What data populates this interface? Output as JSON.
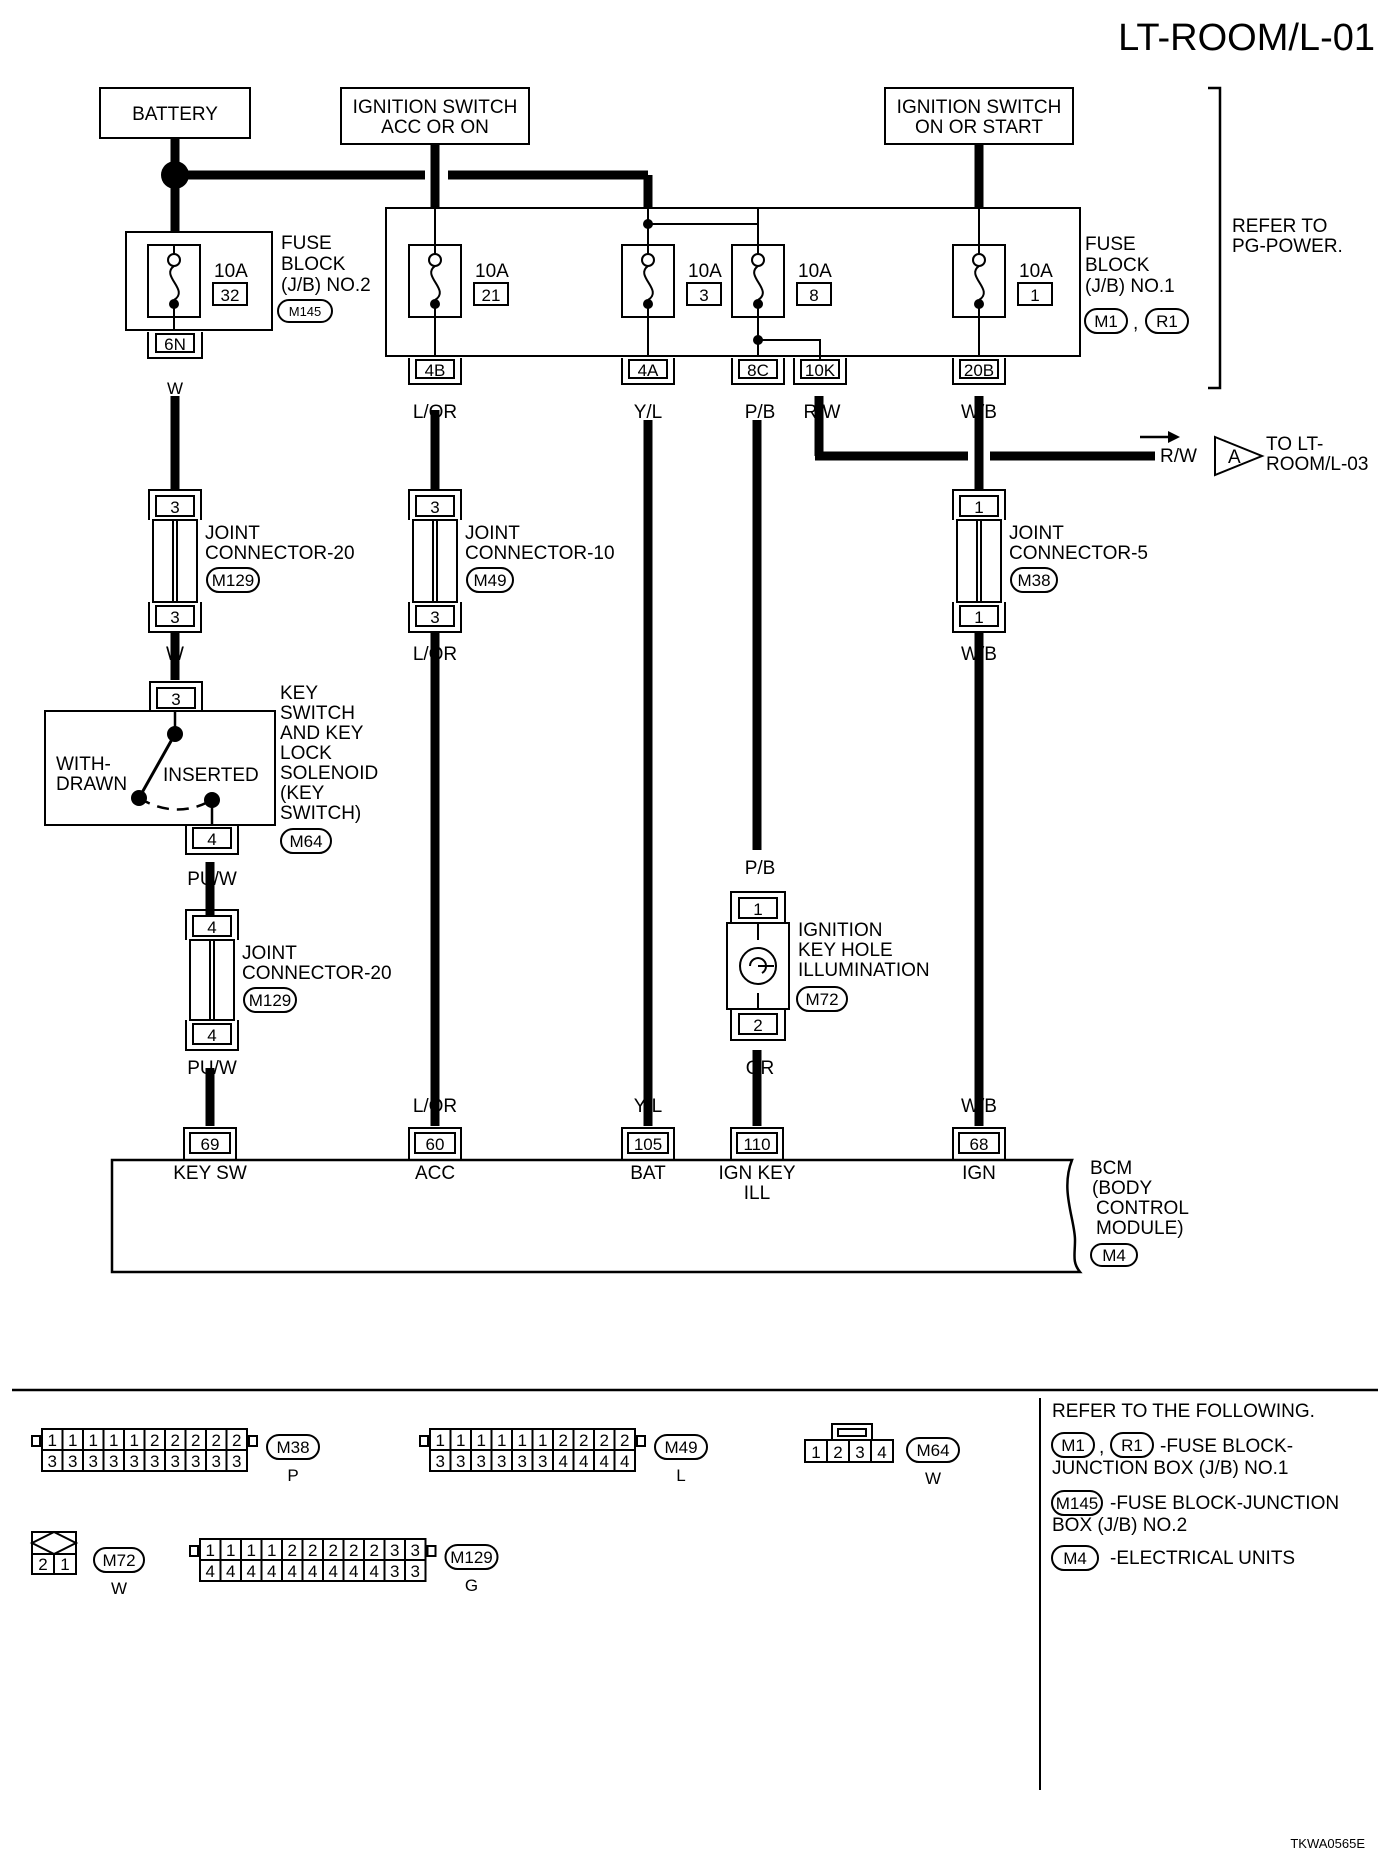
{
  "page_title": "LT-ROOM/L-01",
  "drawing_code": "TKWA0565E",
  "sources": {
    "battery": "BATTERY",
    "ign_acc_on": [
      "IGNITION SWITCH",
      "ACC OR ON"
    ],
    "ign_on_start": [
      "IGNITION SWITCH",
      "ON OR START"
    ]
  },
  "refer_to_power": [
    "REFER TO",
    "PG-POWER."
  ],
  "fuse_block_2": {
    "label": [
      "FUSE",
      "BLOCK",
      "(J/B) NO.2"
    ],
    "connector": "M145",
    "fuse": {
      "rating": "10A",
      "number": "32"
    },
    "terminal": "6N"
  },
  "fuse_block_1": {
    "label": [
      "FUSE",
      "BLOCK",
      "(J/B) NO.1"
    ],
    "connectors": [
      "M1",
      "R1"
    ],
    "separator": ",",
    "fuses": [
      {
        "rating": "10A",
        "number": "21"
      },
      {
        "rating": "10A",
        "number": "3"
      },
      {
        "rating": "10A",
        "number": "8"
      },
      {
        "rating": "10A",
        "number": "1"
      }
    ],
    "terminals": [
      "4B",
      "4A",
      "8C",
      "10K",
      "20B"
    ]
  },
  "wire_colors": {
    "w": "W",
    "l_or": "L/OR",
    "y_l": "Y/L",
    "p_b": "P/B",
    "r_w": "R/W",
    "w_b": "W/B",
    "pu_w": "PU/W",
    "or": "OR"
  },
  "offpage": {
    "arrow_label": "R/W",
    "marker": "A",
    "text": [
      "TO LT-",
      "ROOM/L-03"
    ]
  },
  "joint_connectors": {
    "jc20_top": {
      "label": [
        "JOINT",
        "CONNECTOR-20"
      ],
      "connector": "M129",
      "top": "3",
      "bottom": "3"
    },
    "jc10": {
      "label": [
        "JOINT",
        "CONNECTOR-10"
      ],
      "connector": "M49",
      "top": "3",
      "bottom": "3"
    },
    "jc5": {
      "label": [
        "JOINT",
        "CONNECTOR-5"
      ],
      "connector": "M38",
      "top": "1",
      "bottom": "1"
    },
    "jc20_bottom": {
      "label": [
        "JOINT",
        "CONNECTOR-20"
      ],
      "connector": "M129",
      "top": "4",
      "bottom": "4"
    }
  },
  "key_switch": {
    "label": [
      "KEY",
      "SWITCH",
      "AND KEY",
      "LOCK",
      "SOLENOID",
      "(KEY",
      "SWITCH)"
    ],
    "connector": "M64",
    "withdrawn": [
      "WITH-",
      "DRAWN"
    ],
    "inserted": "INSERTED",
    "top_pin": "3",
    "bottom_pin": "4"
  },
  "key_hole_illum": {
    "label": [
      "IGNITION",
      "KEY HOLE",
      "ILLUMINATION"
    ],
    "connector": "M72",
    "top_pin": "1",
    "bottom_pin": "2"
  },
  "bcm": {
    "label": [
      "BCM",
      "(BODY",
      "CONTROL",
      "MODULE)"
    ],
    "connector": "M4",
    "terminals": [
      {
        "pin": "69",
        "name": "KEY SW"
      },
      {
        "pin": "60",
        "name": "ACC"
      },
      {
        "pin": "105",
        "name": "BAT"
      },
      {
        "pin": "110",
        "name": "IGN KEY",
        "name2": "ILL"
      },
      {
        "pin": "68",
        "name": "IGN"
      }
    ]
  },
  "connector_views": {
    "m38": {
      "id": "M38",
      "color": "P",
      "top": [
        "1",
        "1",
        "1",
        "1",
        "1",
        "2",
        "2",
        "2",
        "2",
        "2"
      ],
      "bottom": [
        "3",
        "3",
        "3",
        "3",
        "3",
        "3",
        "3",
        "3",
        "3",
        "3"
      ]
    },
    "m49": {
      "id": "M49",
      "color": "L",
      "top": [
        "1",
        "1",
        "1",
        "1",
        "1",
        "1",
        "2",
        "2",
        "2",
        "2"
      ],
      "bottom": [
        "3",
        "3",
        "3",
        "3",
        "3",
        "3",
        "4",
        "4",
        "4",
        "4"
      ]
    },
    "m64": {
      "id": "M64",
      "color": "W",
      "pins": [
        "1",
        "2",
        "3",
        "4"
      ]
    },
    "m72": {
      "id": "M72",
      "color": "W",
      "pins": [
        "2",
        "1"
      ]
    },
    "m129": {
      "id": "M129",
      "color": "G",
      "top": [
        "1",
        "1",
        "1",
        "1",
        "2",
        "2",
        "2",
        "2",
        "2",
        "3",
        "3"
      ],
      "bottom": [
        "4",
        "4",
        "4",
        "4",
        "4",
        "4",
        "4",
        "4",
        "4",
        "3",
        "3"
      ]
    }
  },
  "refer_list": {
    "heading": "REFER TO THE FOLLOWING.",
    "items": [
      {
        "connectors": [
          "M1",
          "R1"
        ],
        "sep": ",",
        "text": "-FUSE BLOCK-",
        "text2": "JUNCTION BOX (J/B) NO.1"
      },
      {
        "connectors": [
          "M145"
        ],
        "text": "-FUSE BLOCK-JUNCTION",
        "text2": "BOX (J/B) NO.2"
      },
      {
        "connectors": [
          "M4"
        ],
        "text": "-ELECTRICAL UNITS"
      }
    ]
  }
}
